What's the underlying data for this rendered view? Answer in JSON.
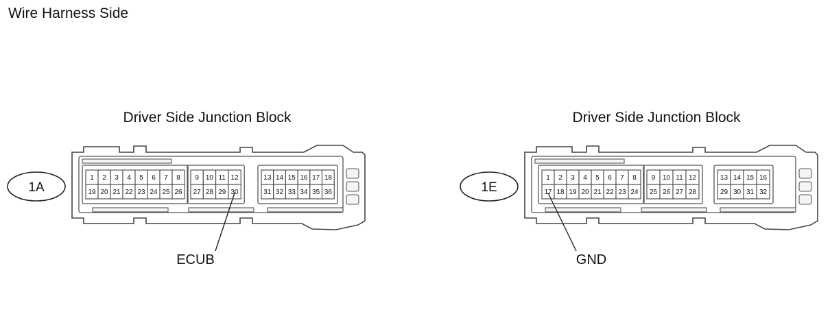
{
  "page": {
    "title": "Wire Harness Side"
  },
  "connectors": [
    {
      "id": "1A",
      "name": "Driver Side Junction Block",
      "callout": {
        "label": "ECUB",
        "pin": 30
      },
      "groups": [
        {
          "top": [
            1,
            2,
            3,
            4,
            5,
            6,
            7,
            8
          ],
          "bottom": [
            19,
            20,
            21,
            22,
            23,
            24,
            25,
            26
          ]
        },
        {
          "top": [
            9,
            10,
            11,
            12
          ],
          "bottom": [
            27,
            28,
            29,
            30
          ]
        },
        {
          "top": [
            13,
            14,
            15,
            16,
            17,
            18
          ],
          "bottom": [
            31,
            32,
            33,
            34,
            35,
            36
          ]
        }
      ]
    },
    {
      "id": "1E",
      "name": "Driver Side Junction Block",
      "callout": {
        "label": "GND",
        "pin": 17
      },
      "groups": [
        {
          "top": [
            1,
            2,
            3,
            4,
            5,
            6,
            7,
            8
          ],
          "bottom": [
            17,
            18,
            19,
            20,
            21,
            22,
            23,
            24
          ]
        },
        {
          "top": [
            9,
            10,
            11,
            12
          ],
          "bottom": [
            25,
            26,
            27,
            28
          ]
        },
        {
          "top": [
            13,
            14,
            15,
            16
          ],
          "bottom": [
            29,
            30,
            31,
            32
          ]
        }
      ]
    }
  ]
}
